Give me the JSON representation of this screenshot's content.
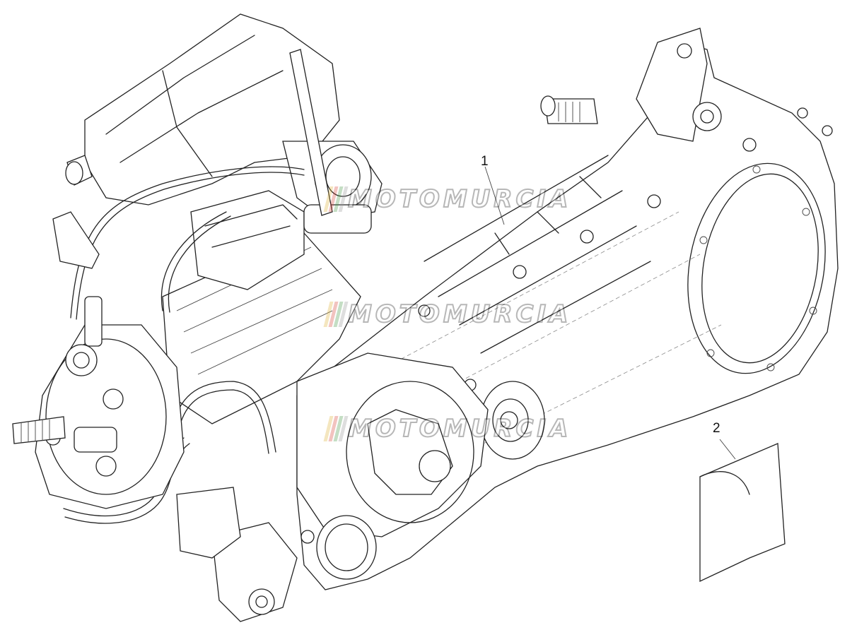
{
  "callouts": [
    {
      "id": "1",
      "label": "1"
    },
    {
      "id": "2",
      "label": "2"
    }
  ],
  "watermark": {
    "text": "MOTOMURCIA",
    "stripe_colors": [
      "#e0b43c",
      "#d9483b",
      "#4a9b4a",
      "#9a9a9a"
    ]
  },
  "colors": {
    "line": "#222222",
    "background": "#ffffff"
  }
}
